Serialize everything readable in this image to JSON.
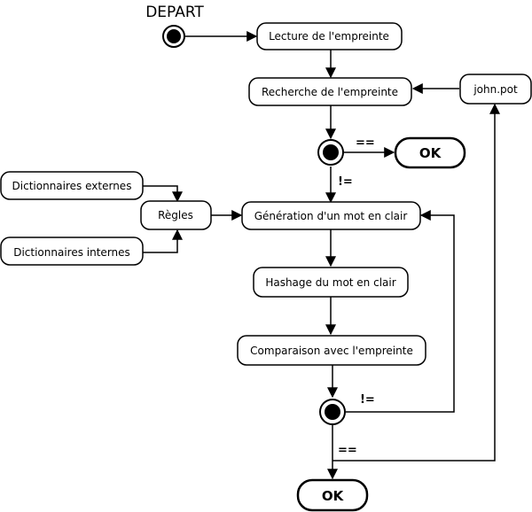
{
  "diagram": {
    "start_label": "DEPART",
    "nodes": {
      "lecture": "Lecture de l'empreinte",
      "recherche": "Recherche de l'empreinte",
      "john_pot": "john.pot",
      "ok_top": "OK",
      "dict_externes": "Dictionnaires externes",
      "regles": "Règles",
      "dict_internes": "Dictionnaires internes",
      "generation": "Génération d'un mot en clair",
      "hashage": "Hashage du mot en clair",
      "comparaison": "Comparaison avec l'empreinte",
      "ok_bottom": "OK"
    },
    "edge_labels": {
      "eq_top": "==",
      "neq_top": "!=",
      "neq_bottom": "!=",
      "eq_bottom": "=="
    }
  }
}
